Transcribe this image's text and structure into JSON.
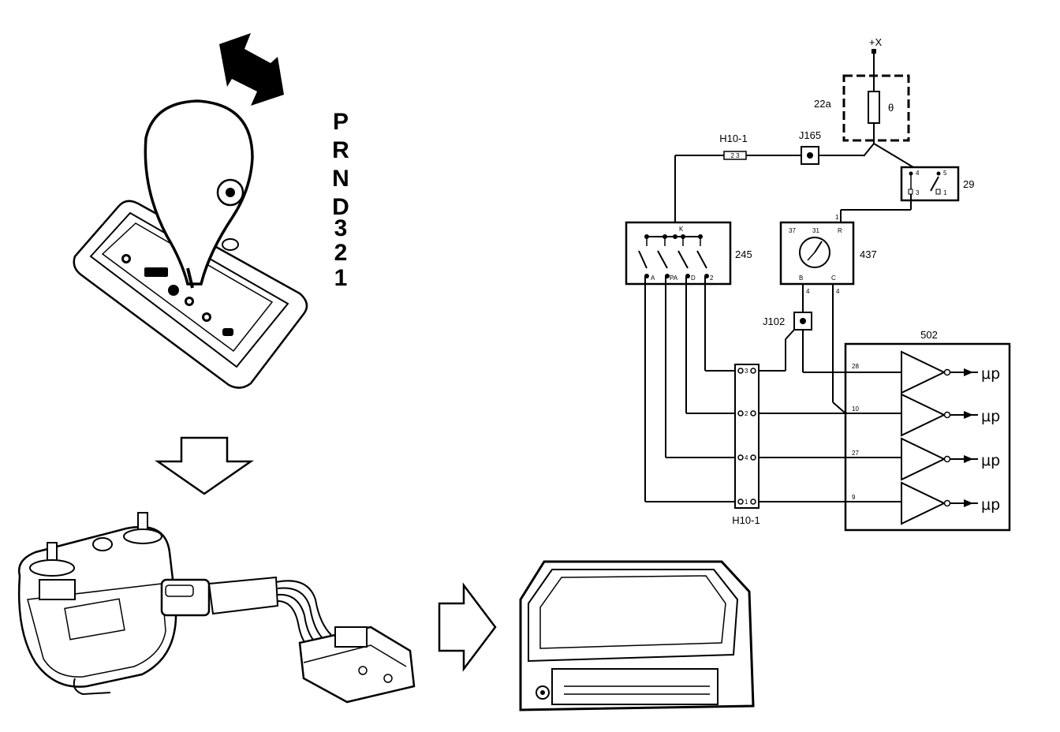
{
  "gear_positions": [
    "P",
    "R",
    "N",
    "D",
    "3",
    "2",
    "1"
  ],
  "diagram": {
    "supply": "+X",
    "fuse_box": "22a",
    "fuse_label": "θ",
    "connector_top": "H10-1",
    "connector_top_pins": "2 3",
    "junction_top": "J165",
    "relay": "29",
    "relay_pins": [
      "4",
      "5",
      "3",
      "1"
    ],
    "switch": "245",
    "switch_top_pin": "K",
    "switch_pins": [
      "A",
      "PA",
      "D",
      "2"
    ],
    "sensor": "437",
    "sensor_pins_top": [
      "37",
      "31",
      "R"
    ],
    "sensor_pins_bottom": [
      "B",
      "C"
    ],
    "sensor_feed_pin": "1",
    "sensor_out_pins": [
      "4",
      "4"
    ],
    "junction_mid": "J102",
    "connector_bottom": "H10-1",
    "connector_bottom_pins": [
      "3",
      "2",
      "4",
      "1"
    ],
    "ecu": "502",
    "ecu_pins": [
      "28",
      "10",
      "27",
      "9"
    ],
    "output_label": "μp"
  }
}
